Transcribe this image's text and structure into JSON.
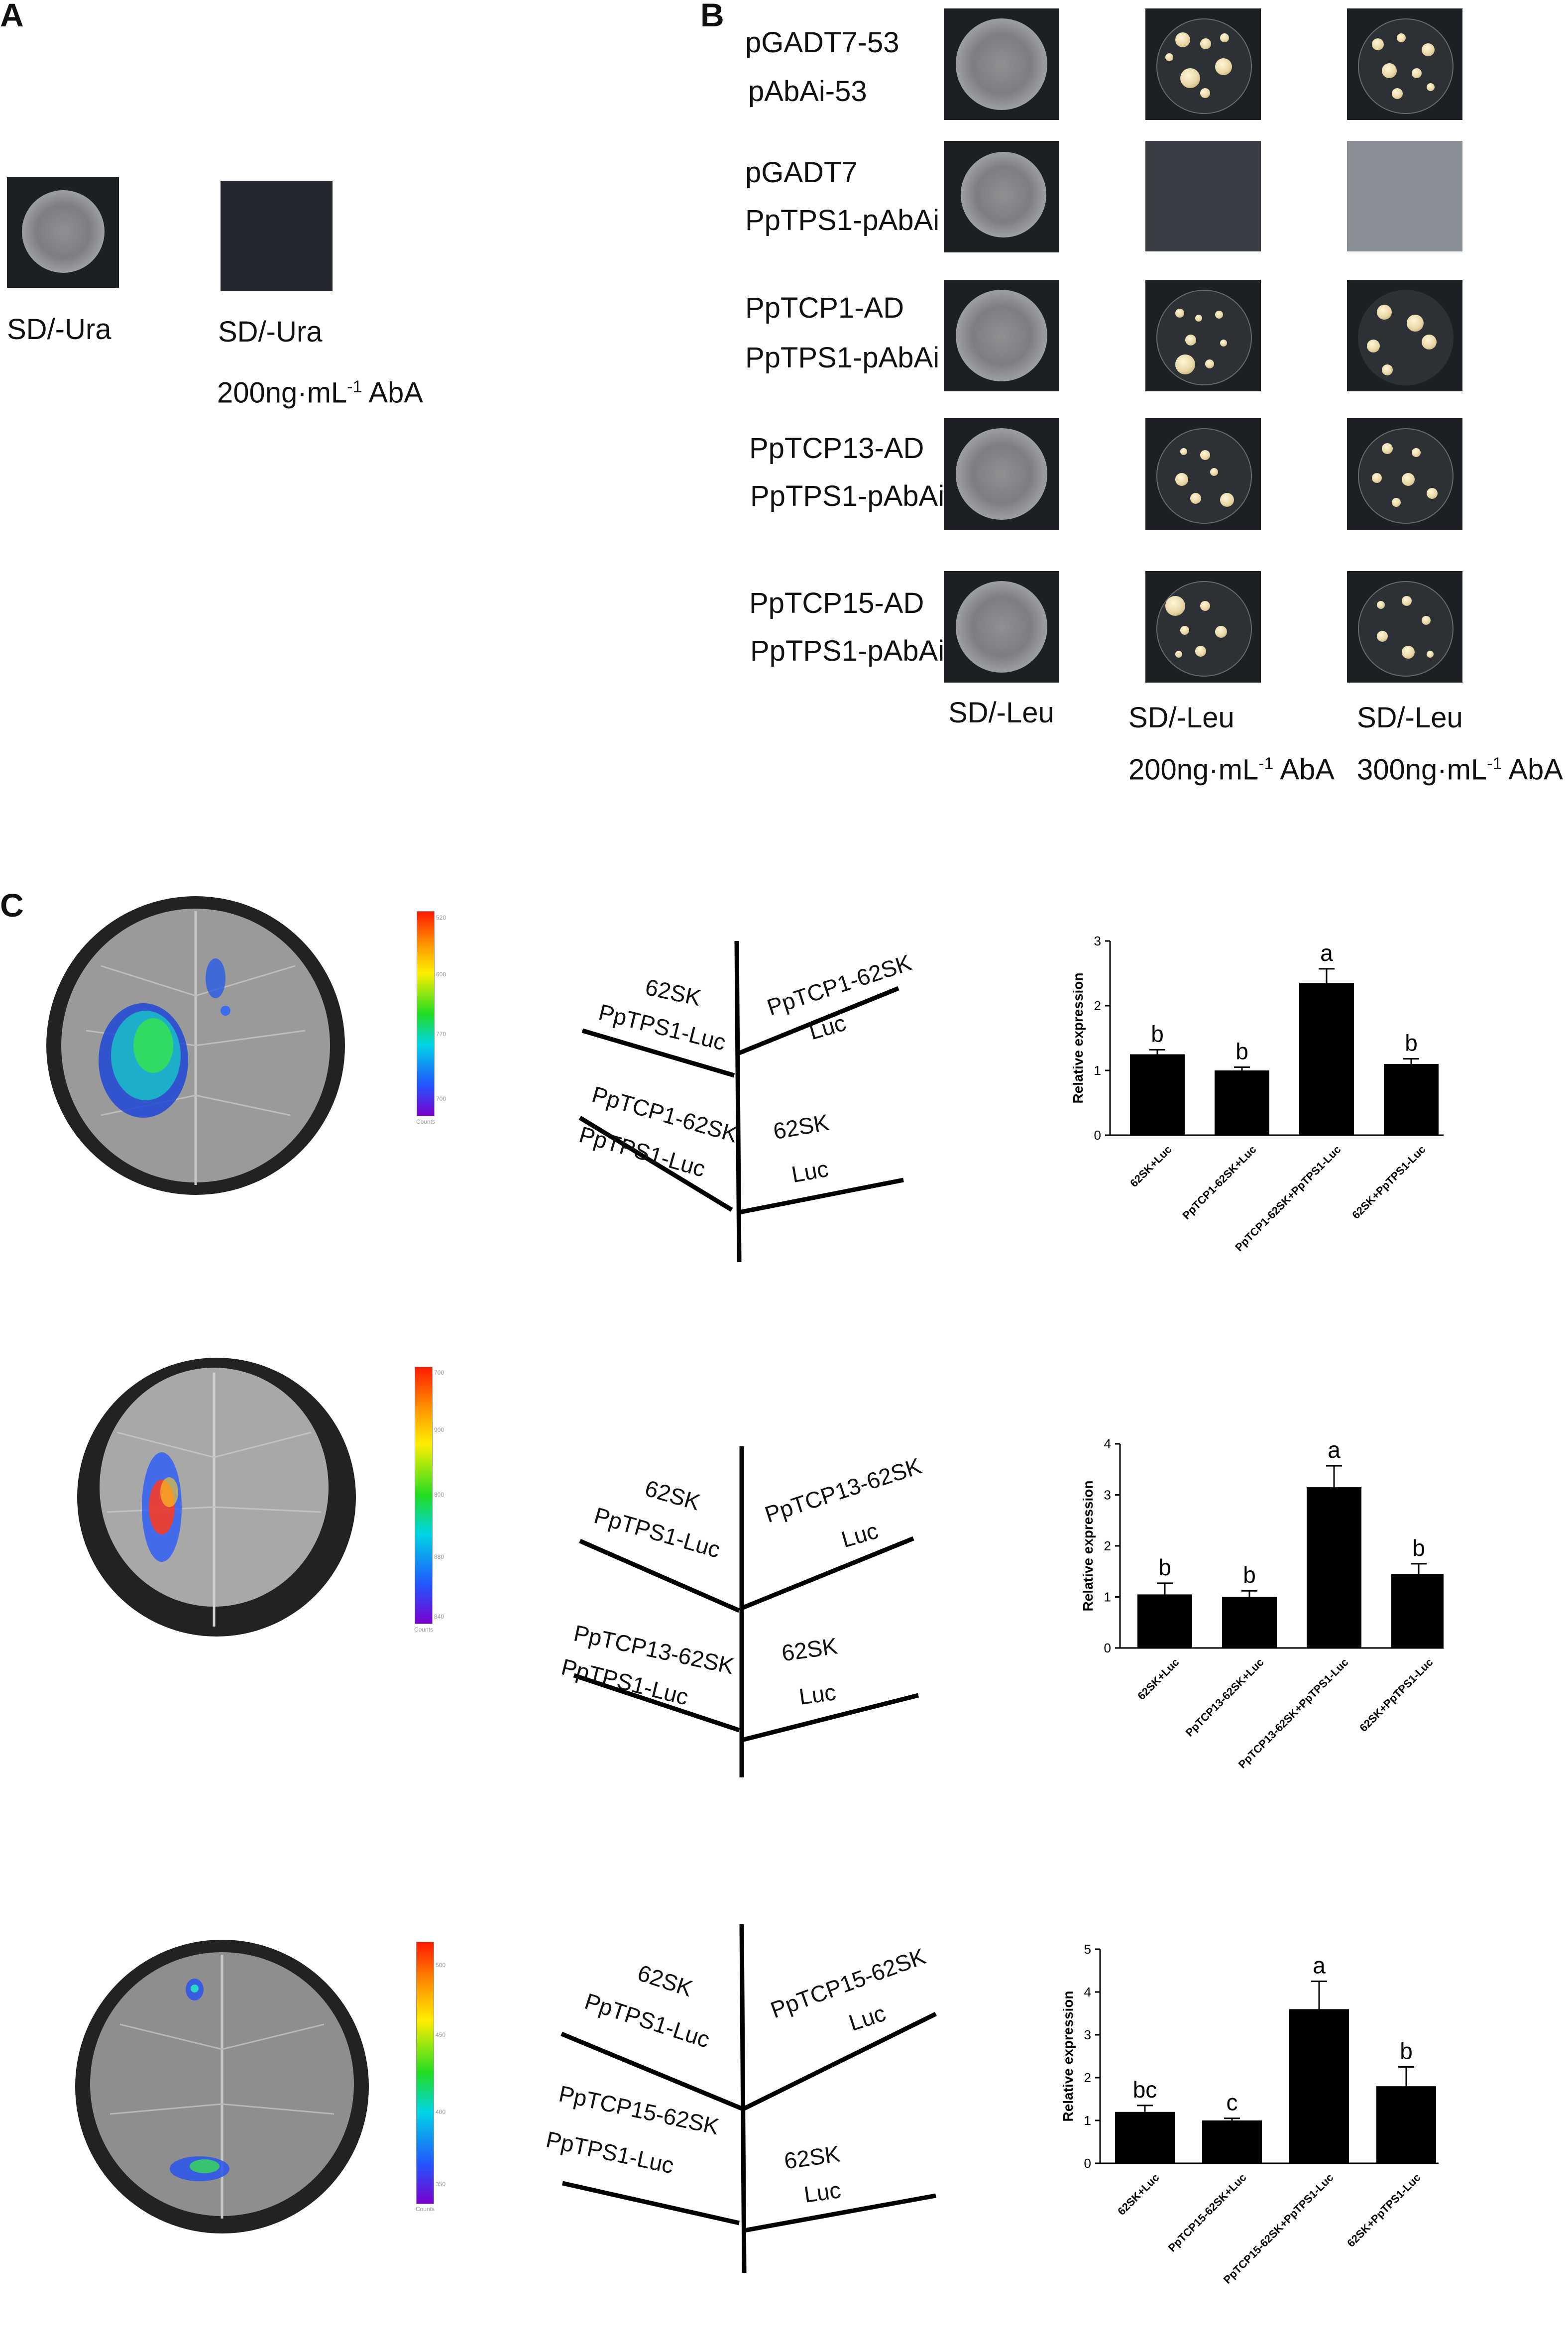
{
  "panel_a": {
    "letter": "A",
    "label1": "SD/-Ura",
    "label2_line1": "SD/-Ura",
    "label2_line2": "200ng·mL",
    "label2_sup": "-1",
    "label2_tail": " AbA"
  },
  "panel_b": {
    "letter": "B",
    "rows": [
      {
        "line1": "pGADT7-53",
        "line2": "pAbAi-53"
      },
      {
        "line1": "pGADT7",
        "line2": "PpTPS1-pAbAi"
      },
      {
        "line1": "PpTCP1-AD",
        "line2": "PpTPS1-pAbAi"
      },
      {
        "line1": "PpTCP13-AD",
        "line2": "PpTPS1-pAbAi"
      },
      {
        "line1": "PpTCP15-AD",
        "line2": "PpTPS1-pAbAi"
      }
    ],
    "col1": "SD/-Leu",
    "col2_line1": "SD/-Leu",
    "col2_line2": "200ng·mL",
    "col3_line1": "SD/-Leu",
    "col3_line2": "300ng·mL",
    "sup": "-1",
    "tail": " AbA"
  },
  "panel_c": {
    "letter": "C",
    "scales": [
      {
        "ticks": [
          "520",
          "600",
          "770",
          "700",
          "Counts"
        ]
      },
      {
        "ticks": [
          "700",
          "900",
          "800",
          "880",
          "840",
          "Counts"
        ]
      },
      {
        "ticks": [
          "500",
          "450",
          "400",
          "350",
          "Counts"
        ]
      }
    ],
    "diagrams": [
      {
        "tl1": "62SK",
        "tl2": "PpTPS1-Luc",
        "tr1": "PpTCP1-62SK",
        "tr2": "Luc",
        "bl1": "PpTCP1-62SK",
        "bl2": "PpTPS1-Luc",
        "br1": "62SK",
        "br2": "Luc"
      },
      {
        "tl1": "62SK",
        "tl2": "PpTPS1-Luc",
        "tr1": "PpTCP13-62SK",
        "tr2": "Luc",
        "bl1": "PpTCP13-62SK",
        "bl2": "PpTPS1-Luc",
        "br1": "62SK",
        "br2": "Luc"
      },
      {
        "tl1": "62SK",
        "tl2": "PpTPS1-Luc",
        "tr1": "PpTCP15-62SK",
        "tr2": "Luc",
        "bl1": "PpTCP15-62SK",
        "bl2": "PpTPS1-Luc",
        "br1": "62SK",
        "br2": "Luc"
      }
    ]
  },
  "chart_data": [
    {
      "type": "bar",
      "ylabel": "Relative expression",
      "ylim": [
        0,
        3
      ],
      "yticks": [
        0,
        1,
        2,
        3
      ],
      "categories": [
        "62SK+Luc",
        "PpTCP1-62SK+Luc",
        "PpTCP1-62SK+PpTPS1-Luc",
        "62SK+PpTPS1-Luc"
      ],
      "values": [
        1.25,
        1.0,
        2.35,
        1.1
      ],
      "errors": [
        0.07,
        0.05,
        0.22,
        0.08
      ],
      "letters": [
        "b",
        "b",
        "a",
        "b"
      ],
      "color": "#000000"
    },
    {
      "type": "bar",
      "ylabel": "Relative expression",
      "ylim": [
        0,
        4
      ],
      "yticks": [
        0,
        1,
        2,
        3,
        4
      ],
      "categories": [
        "62SK+Luc",
        "PpTCP13-62SK+Luc",
        "PpTCP13-62SK+PpTPS1-Luc",
        "62SK+PpTPS1-Luc"
      ],
      "values": [
        1.05,
        1.0,
        3.15,
        1.45
      ],
      "errors": [
        0.22,
        0.12,
        0.42,
        0.2
      ],
      "letters": [
        "b",
        "b",
        "a",
        "b"
      ],
      "color": "#000000"
    },
    {
      "type": "bar",
      "ylabel": "Relative expression",
      "ylim": [
        0,
        5
      ],
      "yticks": [
        0,
        1,
        2,
        3,
        4,
        5
      ],
      "categories": [
        "62SK+Luc",
        "PpTCP15-62SK+Luc",
        "PpTCP15-62SK+PpTPS1-Luc",
        "62SK+PpTPS1-Luc"
      ],
      "values": [
        1.2,
        1.0,
        3.6,
        1.8
      ],
      "errors": [
        0.15,
        0.05,
        0.65,
        0.45
      ],
      "letters": [
        "bc",
        "c",
        "a",
        "b"
      ],
      "color": "#000000"
    }
  ]
}
